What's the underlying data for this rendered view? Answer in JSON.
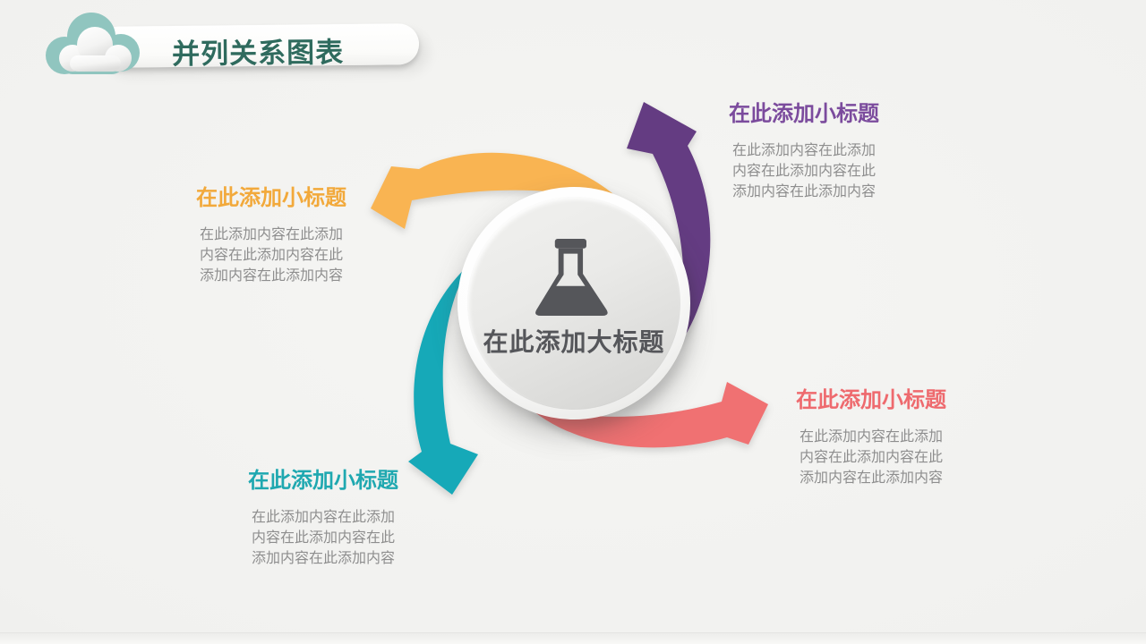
{
  "header": {
    "logo": "cloud-icon",
    "title": "并列关系图表",
    "title_color": "#2F6B5E",
    "cloud_color": "#90C5BF"
  },
  "center": {
    "icon": "flask-icon",
    "icon_color": "#55565A",
    "title": "在此添加大标题",
    "title_color": "#55565A"
  },
  "blocks": [
    {
      "position": "left",
      "accent": "#F2A93B",
      "title": "在此添加小标题",
      "body_lines": [
        "在此添加内容在此添加",
        "内容在此添加内容在此",
        "添加内容在此添加内容"
      ]
    },
    {
      "position": "top-right",
      "accent": "#7B4B9D",
      "title": "在此添加小标题",
      "body_lines": [
        "在此添加内容在此添加",
        "内容在此添加内容在此",
        "添加内容在此添加内容"
      ]
    },
    {
      "position": "bottom-left",
      "accent": "#1FA8B0",
      "title": "在此添加小标题",
      "body_lines": [
        "在此添加内容在此添加",
        "内容在此添加内容在此",
        "添加内容在此添加内容"
      ]
    },
    {
      "position": "right",
      "accent": "#EE6A6E",
      "title": "在此添加小标题",
      "body_lines": [
        "在此添加内容在此添加",
        "内容在此添加内容在此",
        "添加内容在此添加内容"
      ]
    }
  ],
  "arrows": [
    {
      "name": "arrow-top-yellow",
      "color": "#F9B452",
      "points": "left"
    },
    {
      "name": "arrow-right-purple",
      "color": "#643C82",
      "points": "up"
    },
    {
      "name": "arrow-left-teal",
      "color": "#16A9B8",
      "points": "down"
    },
    {
      "name": "arrow-bottom-coral",
      "color": "#F07172",
      "points": "right"
    }
  ],
  "colors": {
    "background": "#F2F2F0",
    "body_text": "#8E8E8E"
  }
}
